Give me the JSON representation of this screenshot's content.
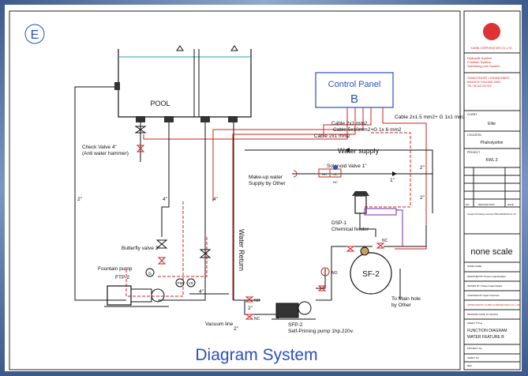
{
  "diagram": {
    "corner_letter": "E",
    "title": "Diagram System",
    "pool_label": "POOL",
    "control_panel": {
      "label": "Control Panel",
      "letter": "B"
    },
    "cables": [
      "Cable 2x1.5 mm2+ G 1x1 mm2",
      "Cable 2x1 mm2",
      "Cable 5x10mm2+G 1x 6 mm2",
      "Cable 2x1 mm2"
    ],
    "labels": {
      "check_valve_1": "Check Valve 4\"",
      "check_valve_2": "(Anti water hammer)",
      "water_supply": "Water supply",
      "solenoid": "Solenoid Valve 1\"",
      "makeup_1": "Make-up water",
      "makeup_2": "Supply by Other",
      "butterfly": "Butterfly valve 3\"",
      "fountain_pump": "Fountain pump",
      "ftp": "FTP-2",
      "water_return": "Water Return",
      "dsp_1": "DSP-1",
      "dsp_2": "Chemical feeder",
      "sf": "SF-2",
      "main_hole_1": "To Main hole",
      "main_hole_2": "by Other",
      "sfp_1": "SFP-2",
      "sfp_2": "Self-Priming pump 1hp.220v.",
      "vacuum_line": "Vacuum line",
      "gauge_g": "G",
      "gauge_pm": "PM",
      "gauge_vg": "VG",
      "nc": "NC",
      "no": "NO"
    },
    "pipe_sizes": {
      "two": "2\"",
      "four": "4\"",
      "one": "1\""
    }
  },
  "title_block": {
    "company": "KUBIN CORPORATION CO.,LTD.",
    "scope": [
      "Hydraulic System",
      "Fountain System",
      "Swimming pool System"
    ],
    "address": [
      "GRAND RESORT 1 ENHANCEMENT",
      "BANGKOK THAILAND 10400",
      "TEL +66 000 000 000"
    ],
    "client_label": "CLIENT",
    "client": "Elite",
    "location_label": "LOCATION",
    "location": "Phaholyothin",
    "project_label": "PROJECT",
    "project": "KWL.3",
    "revision": [
      "NO",
      "DESCRIPTION",
      "DATE"
    ],
    "copyright": "Copyright of this Drawing is reserved by KUBIN CORPORATION CO.,LTD.",
    "scale": "none scale",
    "name": "NAME NAME",
    "designed": "DESIGNED BY Prasert Kajohnkaikul",
    "drawn": "DRAWN BY Prasert Kajohnkaikul",
    "checked": "CHECKED BY Nipat Chaichan",
    "approved": "APPROVED BY KUBIN CORPORATION CO.,LTD.",
    "drawing_date": "DRAWING DATE 07-08-2014",
    "sheet_label": "SHEET TITLE",
    "sheet_title_1": "FUNCTION DIAGRAM",
    "sheet_title_2": "WATER FEATURE B",
    "project_no": "PROJECT No.",
    "sheet_no": "SHEET No.",
    "rev_no": "REV."
  }
}
